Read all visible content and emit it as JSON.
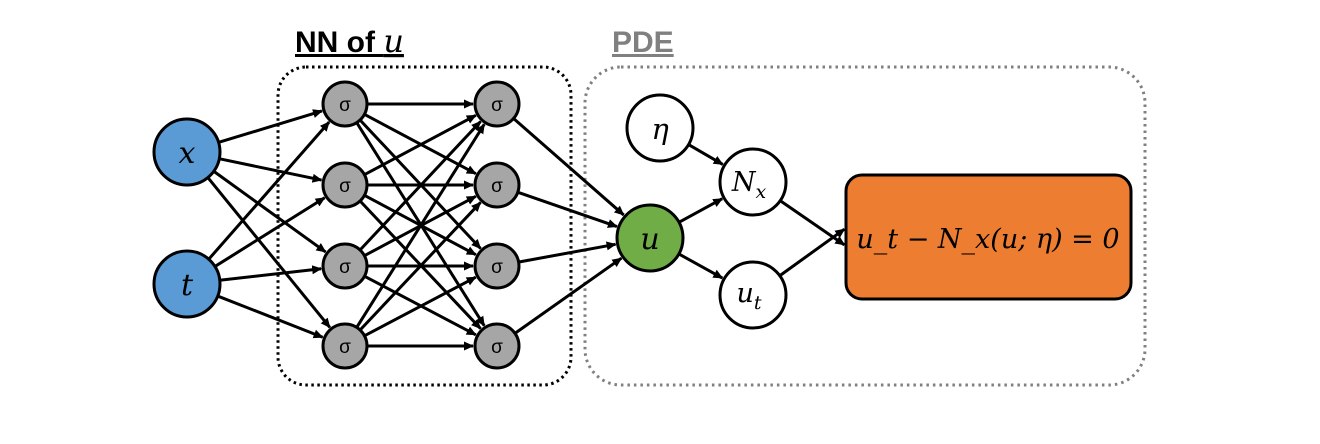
{
  "titles": {
    "nn_prefix": "NN of ",
    "nn_var": "u",
    "pde": "PDE"
  },
  "inputs": {
    "x": "x",
    "t": "t"
  },
  "hidden": {
    "activation": "σ"
  },
  "output": {
    "u": "u"
  },
  "pde": {
    "eta": "η",
    "operator": "N",
    "operator_sub": "x",
    "time_deriv": "u",
    "time_deriv_sub": "t",
    "equation": "u_t − N_x(u; η) = 0"
  },
  "colors": {
    "input_fill": "#5b9bd5",
    "hidden_fill": "#a6a6a6",
    "output_fill": "#70ad47",
    "equation_fill": "#ed7d31",
    "pde_border": "#808080",
    "pde_title": "#808080"
  }
}
